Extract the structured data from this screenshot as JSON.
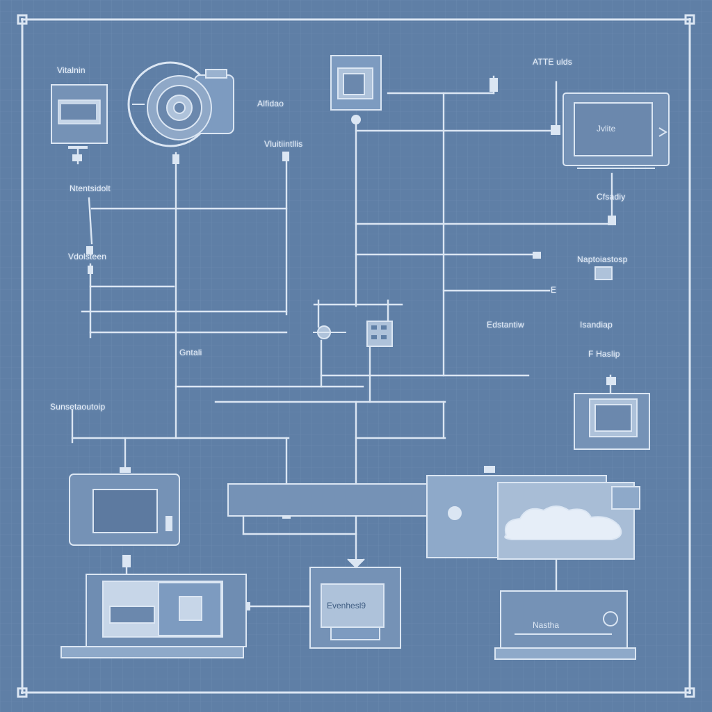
{
  "colors": {
    "background": "#5f7fa6",
    "line": "#dbe6f3",
    "panel": "#7d9bc0",
    "screen": "#6b88ad"
  },
  "labels": {
    "top_left": "Vitalnin",
    "camera_side": "Alfidao",
    "camera_bottom": "Vluitiintllis",
    "top_right": "ATTE ulds",
    "monitor_right": "Jvlite",
    "left_mid1": "Ntentsidolt",
    "right_mid1": "Cfsadiy",
    "left_mid2": "Vdolsteen",
    "right_mid2": "Naptoiastosp",
    "right_mid_e": "E",
    "center_left": "Edstantiw",
    "right_mid3": "Isandiap",
    "center_bottom": "Gntali",
    "right_mid4": "F Haslip",
    "left_low": "Sunsetaoutoip",
    "center_device": "Evenhesl9",
    "bottom_right": "Nastha"
  },
  "icons": [
    "camera-icon",
    "monitor-icon",
    "tablet-icon",
    "cloud-icon",
    "router-icon",
    "laptop-icon",
    "server-icon",
    "connector-icon"
  ]
}
